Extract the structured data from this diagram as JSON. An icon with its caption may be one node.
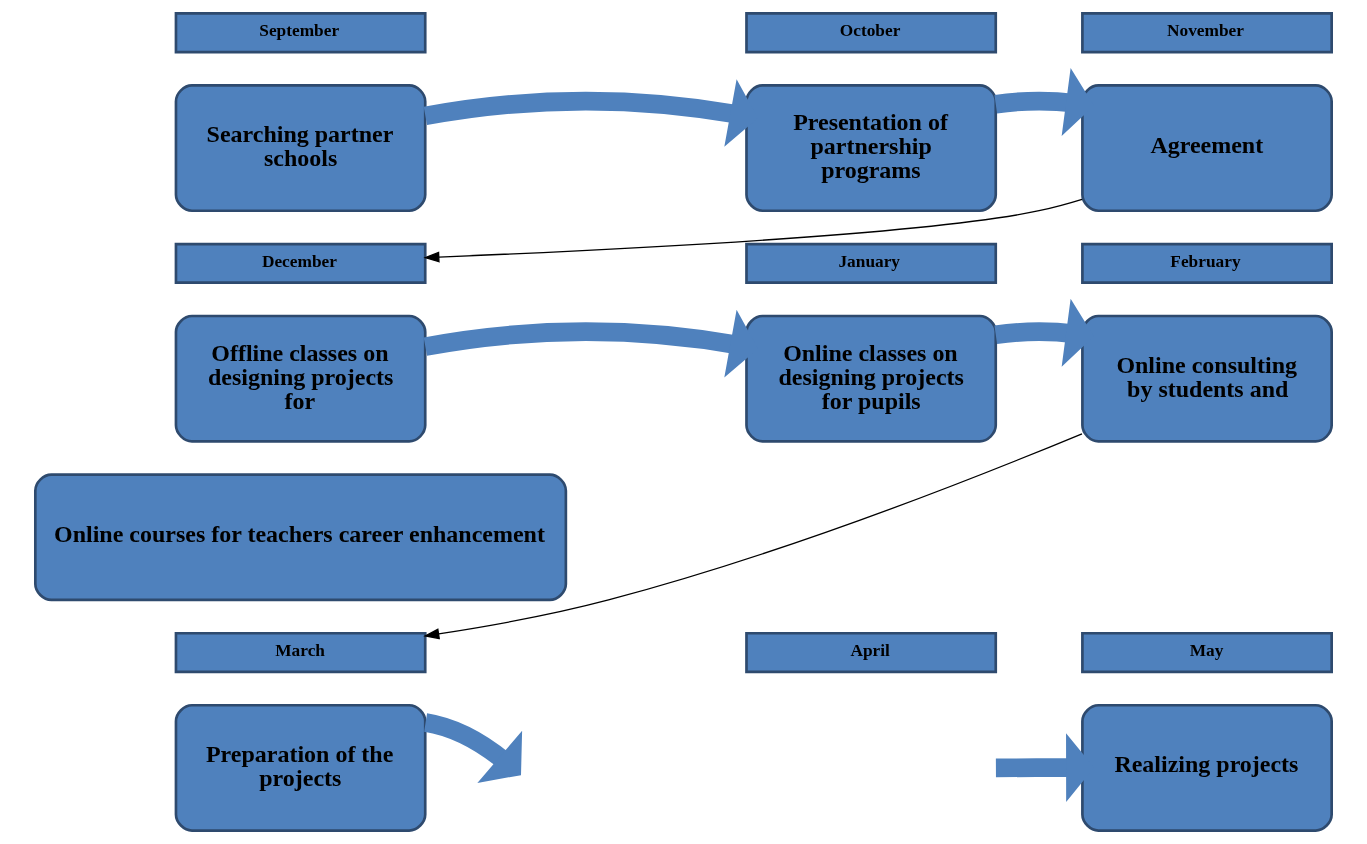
{
  "diagram": {
    "nodes": [
      {
        "text": [
          "September"
        ]
      },
      {
        "text": [
          "October"
        ]
      },
      {
        "text": [
          "November"
        ]
      },
      {
        "text": [
          "Searching partner schools"
        ]
      },
      {
        "text": [
          "Presentation of partnership programs"
        ]
      },
      {
        "text": [
          "Agreement"
        ]
      },
      {
        "text": [
          "December"
        ]
      },
      {
        "text": [
          "January"
        ]
      },
      {
        "text": [
          "February"
        ]
      },
      {
        "text": [
          "Offline classes on designing projects for"
        ]
      },
      {
        "text": [
          "Online classes on designing projects for pupils"
        ]
      },
      {
        "text": [
          "Online consulting by students and"
        ]
      },
      {
        "text": [
          "Online courses for teachers career enhancement"
        ]
      },
      {
        "text": [
          "March"
        ]
      },
      {
        "text": [
          "April"
        ]
      },
      {
        "text": [
          "May"
        ]
      },
      {
        "text": [
          "Preparation of the projects"
        ]
      },
      {
        "text": [
          "Realizing projects"
        ]
      }
    ],
    "edges": [
      {
        "from": 3,
        "to": 4,
        "arrow": "to"
      },
      {
        "from": 4,
        "to": 5,
        "arrow": "to"
      },
      {
        "from": 5,
        "to": 6,
        "arrow": "to",
        "color": "#000000"
      },
      {
        "from": 9,
        "to": 10,
        "arrow": "to"
      },
      {
        "from": 10,
        "to": 11,
        "arrow": "to"
      },
      {
        "from": 11,
        "to": 13,
        "arrow": "to",
        "color": "#000000"
      },
      {
        "from": 16,
        "to": null,
        "arrow": "to"
      },
      {
        "from": null,
        "to": 17,
        "arrow": "to"
      }
    ]
  }
}
